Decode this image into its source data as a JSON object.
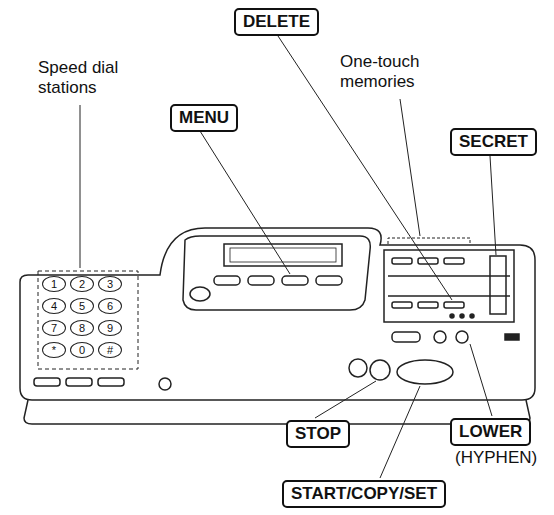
{
  "diagram": {
    "nodes": [
      {
        "text": [
          "DELETE"
        ]
      },
      {
        "text": [
          "MENU"
        ]
      },
      {
        "text": [
          "SECRET"
        ]
      },
      {
        "text": [
          "1"
        ]
      },
      {
        "text": [
          "2"
        ]
      },
      {
        "text": [
          "3"
        ]
      },
      {
        "text": [
          "4"
        ]
      },
      {
        "text": [
          "5"
        ]
      },
      {
        "text": [
          "6"
        ]
      },
      {
        "text": [
          "7"
        ]
      },
      {
        "text": [
          "8"
        ]
      },
      {
        "text": [
          "9"
        ]
      },
      {
        "text": [
          "*"
        ]
      },
      {
        "text": [
          "0"
        ]
      },
      {
        "text": [
          "#"
        ]
      },
      {
        "text": [
          "STOP"
        ]
      },
      {
        "text": [
          "LOWER"
        ]
      },
      {
        "text": [
          "START/COPY/SET"
        ]
      }
    ],
    "labels": [
      "Speed dial stations",
      "One-touch memories",
      "(HYPHEN)"
    ]
  }
}
